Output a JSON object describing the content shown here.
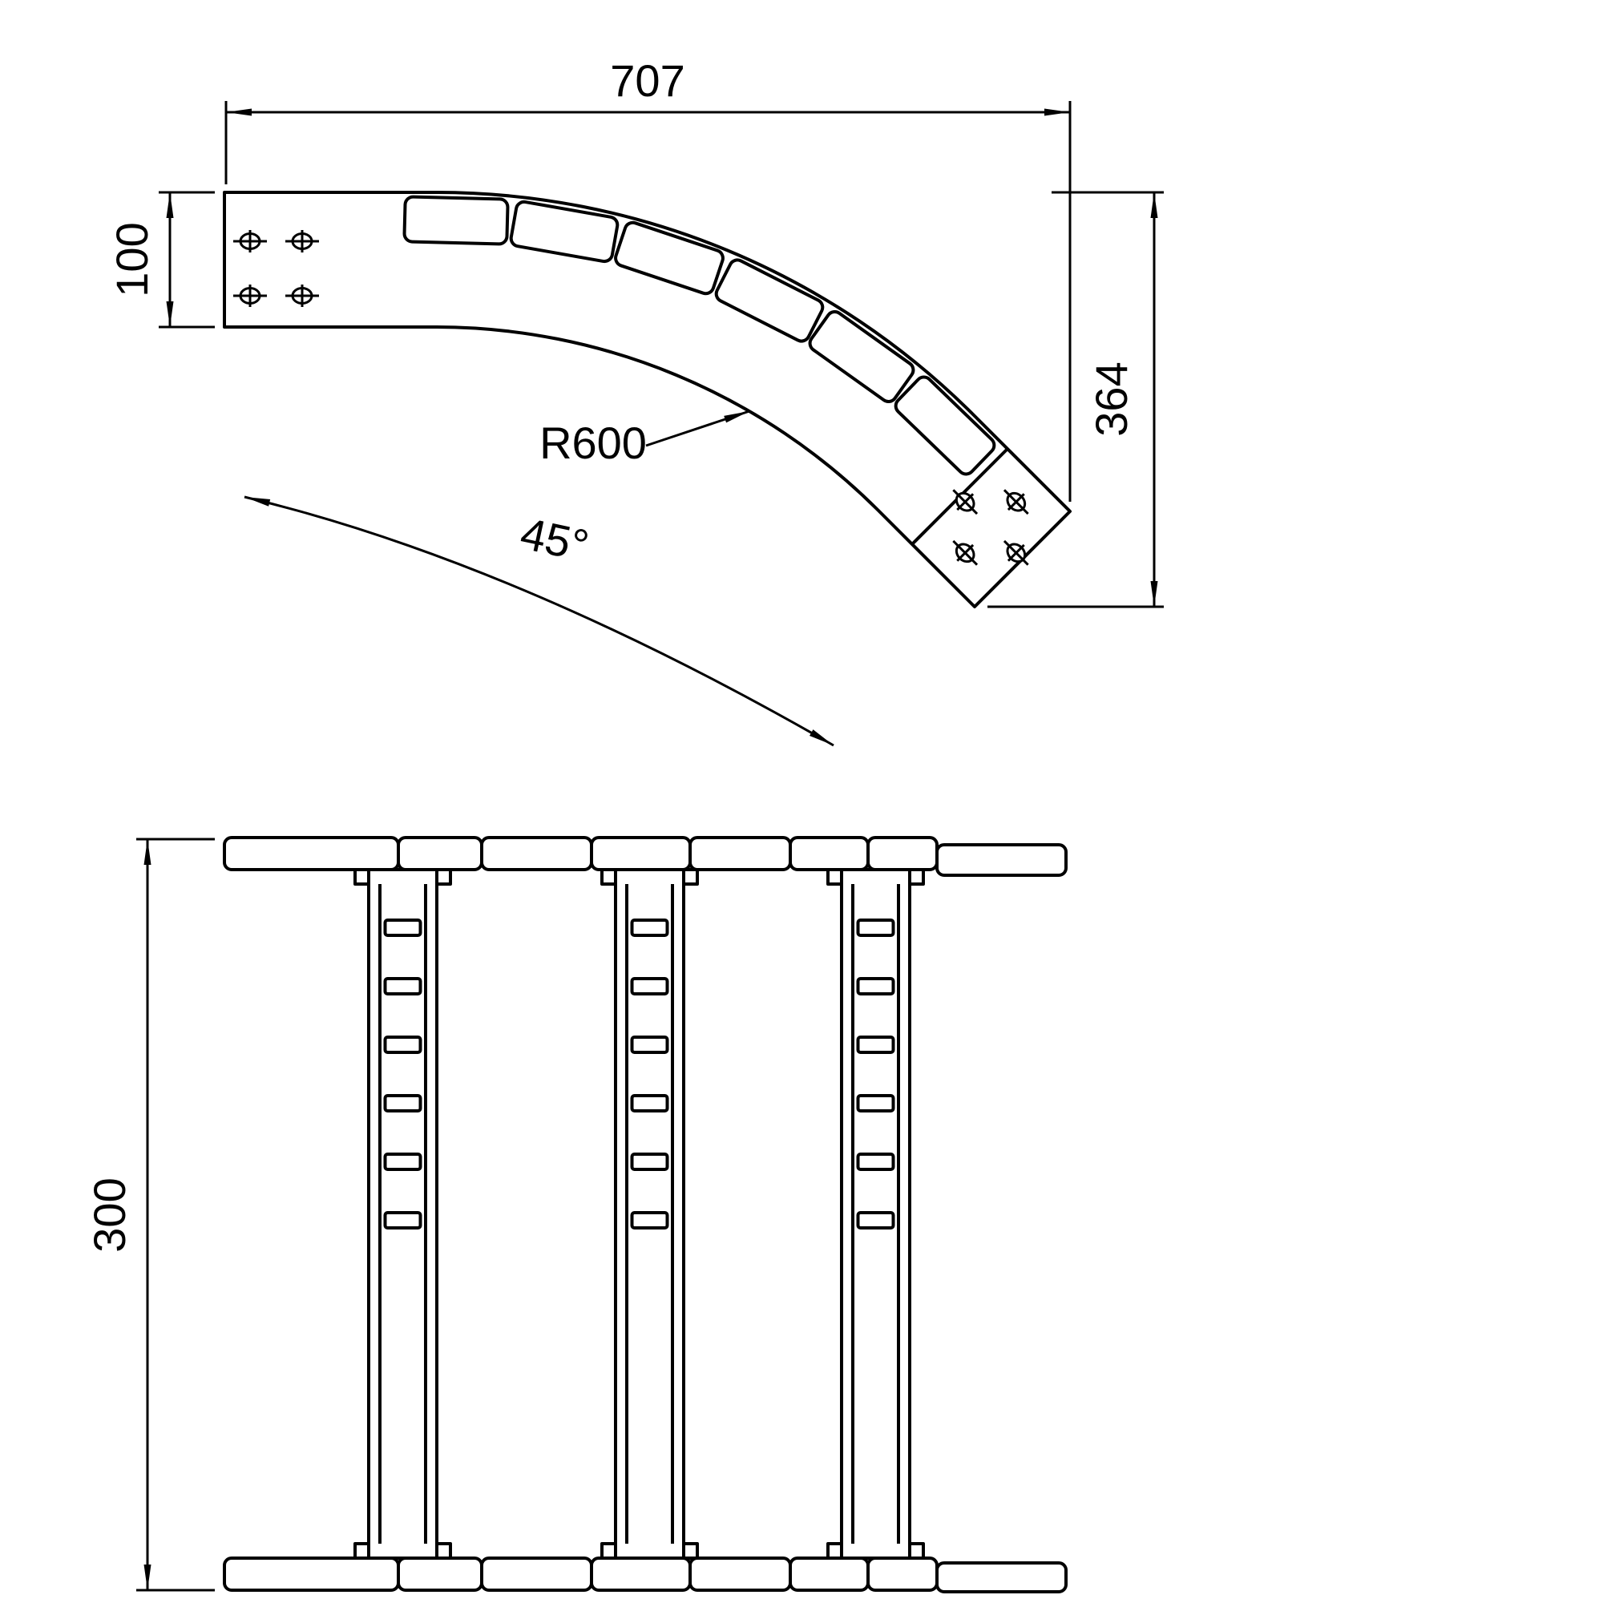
{
  "drawing": {
    "background": "#ffffff",
    "stroke_color": "#000000",
    "top_view": {
      "dim_width": "707",
      "dim_end_height": "100",
      "dim_height": "364",
      "label_radius": "R600",
      "label_angle": "45°"
    },
    "front_view": {
      "dim_height": "300"
    }
  }
}
